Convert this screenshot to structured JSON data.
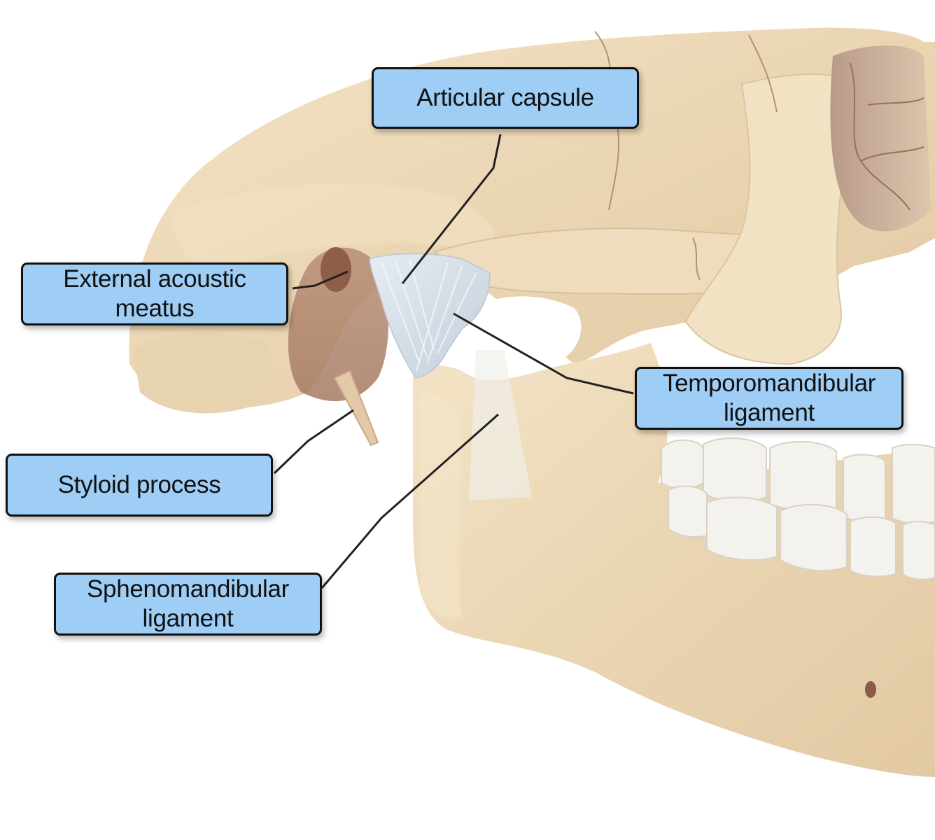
{
  "figure": {
    "subject": "Temporomandibular joint, lateral view of skull",
    "label_fill": "#9ecdf5",
    "label_border": "#111111",
    "leader_color": "#222222",
    "bone_color": "#ecd9b8",
    "ligament_color": "#d4dde6",
    "background": "#ffffff"
  },
  "labels": {
    "articular_capsule": "Articular capsule",
    "external_acoustic_meatus": "External acoustic\nmeatus",
    "temporomandibular_ligament": "Temporomandibular\nligament",
    "styloid_process": "Styloid process",
    "sphenomandibular_ligament": "Sphenomandibular\nligament"
  }
}
